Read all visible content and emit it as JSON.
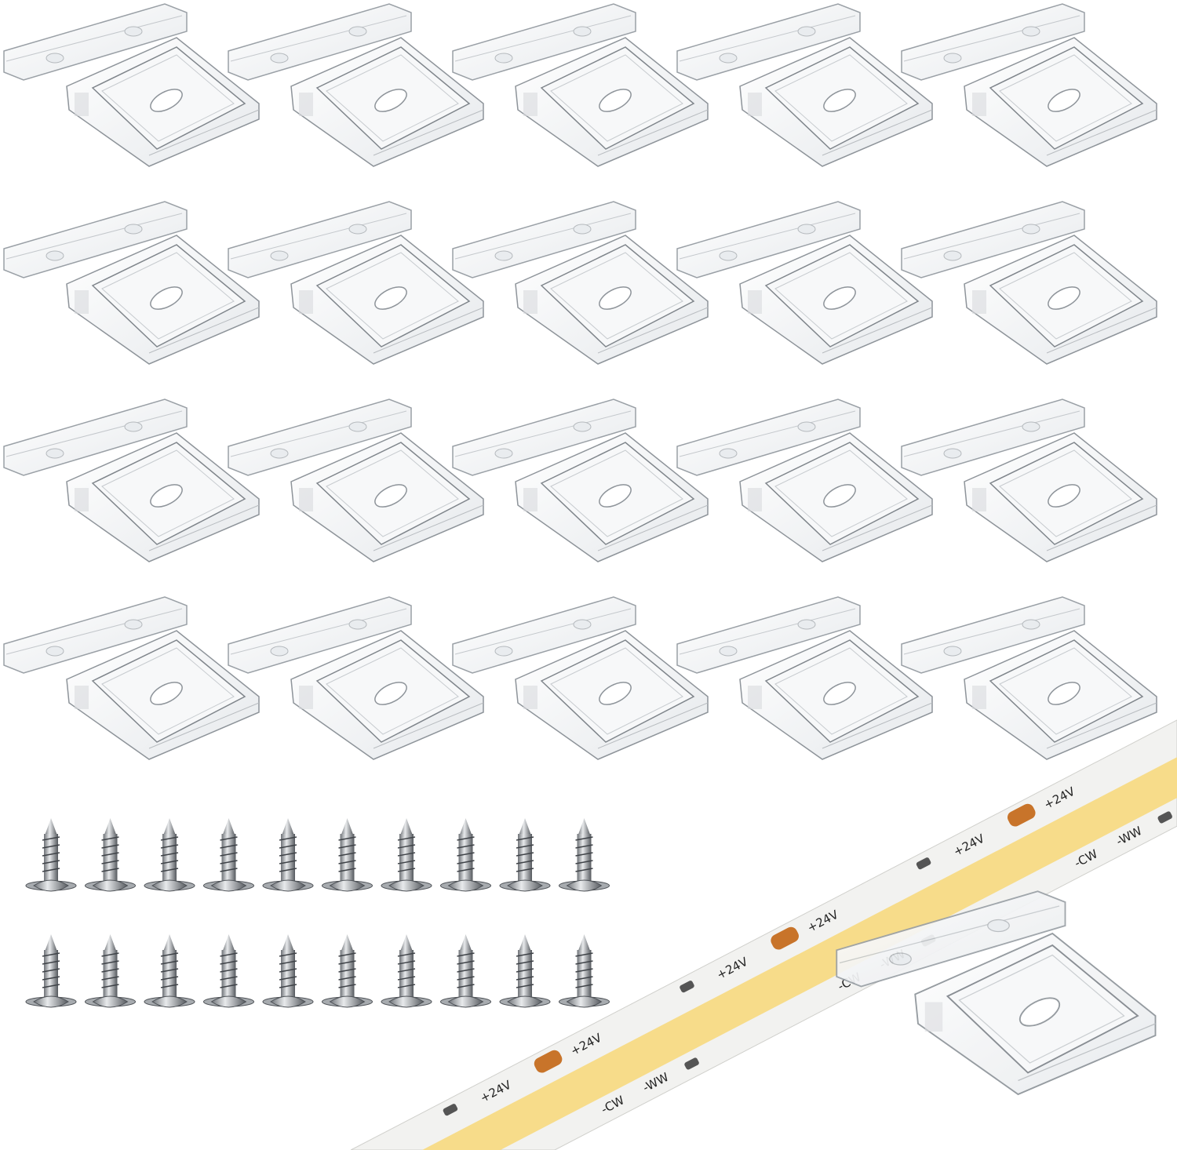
{
  "product": {
    "clip_grid": {
      "rows": 4,
      "columns": 5
    },
    "screw_grid": {
      "rows": 2,
      "columns": 10
    },
    "strip_markings": {
      "positive": "+24V",
      "cold_white": "-CW",
      "warm_white": "-WW"
    },
    "colors": {
      "background": "#ffffff",
      "clip_edge": "#9aa0a6",
      "clip_fill": "#f4f6f8",
      "strip_base": "#f2f2f0",
      "strip_led": "#f7dc8a",
      "solder_pad": "#c8742a",
      "screw": "#b9bcc0"
    }
  }
}
